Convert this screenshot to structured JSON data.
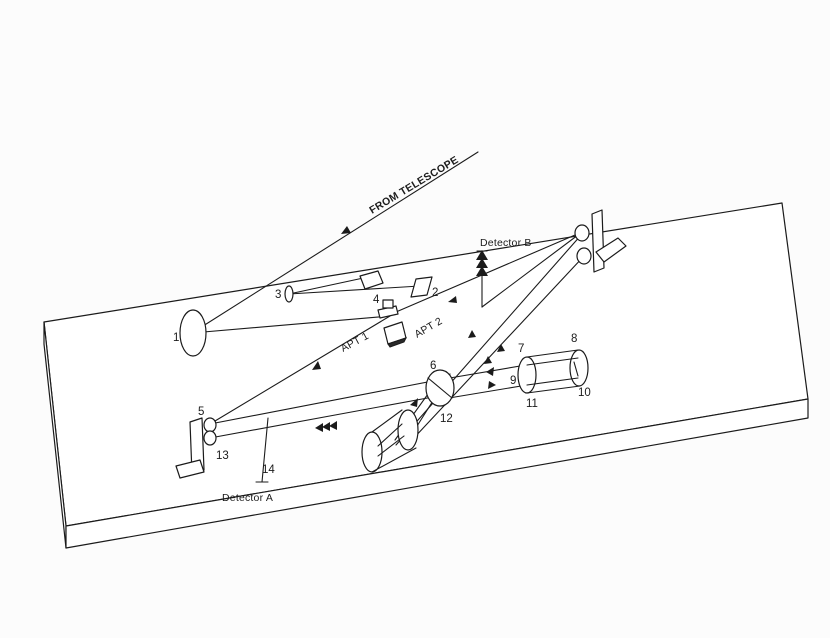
{
  "labels": {
    "from_telescope": "FROM TELESCOPE",
    "detector_a": "Detector A",
    "detector_b": "Detector B",
    "apt1": "APT 1",
    "apt2": "APT 2"
  },
  "numbers": {
    "n1": "1",
    "n2": "2",
    "n3": "3",
    "n4": "4",
    "n5": "5",
    "n6": "6",
    "n7": "7",
    "n8": "8",
    "n9": "9",
    "n10": "10",
    "n11": "11",
    "n12": "12",
    "n13": "13",
    "n14": "14"
  },
  "colors": {
    "ink": "#1b1b1b",
    "paper": "#fcfcfc"
  }
}
